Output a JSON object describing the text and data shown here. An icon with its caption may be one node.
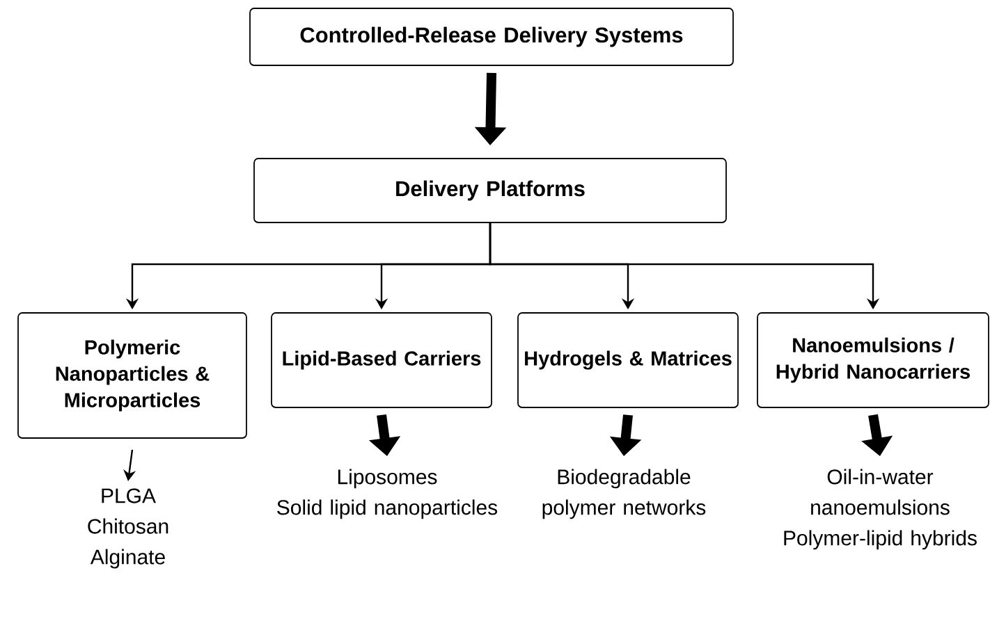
{
  "diagram": {
    "nodes": [
      {
        "text": [
          "Controlled-Release Delivery Systems"
        ]
      },
      {
        "text": [
          "Delivery Platforms"
        ]
      },
      {
        "text": [
          "Polymeric Nanoparticles & Microparticles"
        ]
      },
      {
        "text": [
          "Lipid-Based Carriers"
        ]
      },
      {
        "text": [
          "Hydrogels & Matrices"
        ]
      },
      {
        "text": [
          "Nanoemulsions / Hybrid Nanocarriers"
        ]
      },
      {
        "text": [
          "PLGA",
          "Chitosan",
          "Alginate"
        ]
      },
      {
        "text": [
          "Liposomes",
          "Solid lipid nanoparticles"
        ]
      },
      {
        "text": [
          "Biodegradable polymer networks"
        ]
      },
      {
        "text": [
          "Oil-in-water nanoemulsions",
          "Polymer-lipid hybrids"
        ]
      }
    ],
    "edges": [
      {
        "from": 0,
        "to": 1,
        "arrow": "to",
        "style": "thick"
      },
      {
        "from": 1,
        "to": 2,
        "arrow": "to"
      },
      {
        "from": 1,
        "to": 3,
        "arrow": "to"
      },
      {
        "from": 1,
        "to": 4,
        "arrow": "to"
      },
      {
        "from": 1,
        "to": 5,
        "arrow": "to"
      },
      {
        "from": 2,
        "to": 6,
        "arrow": "to"
      },
      {
        "from": 3,
        "to": 7,
        "arrow": "to",
        "style": "thick"
      },
      {
        "from": 4,
        "to": 8,
        "arrow": "to",
        "style": "thick"
      },
      {
        "from": 5,
        "to": 9,
        "arrow": "to",
        "style": "thick"
      }
    ]
  }
}
